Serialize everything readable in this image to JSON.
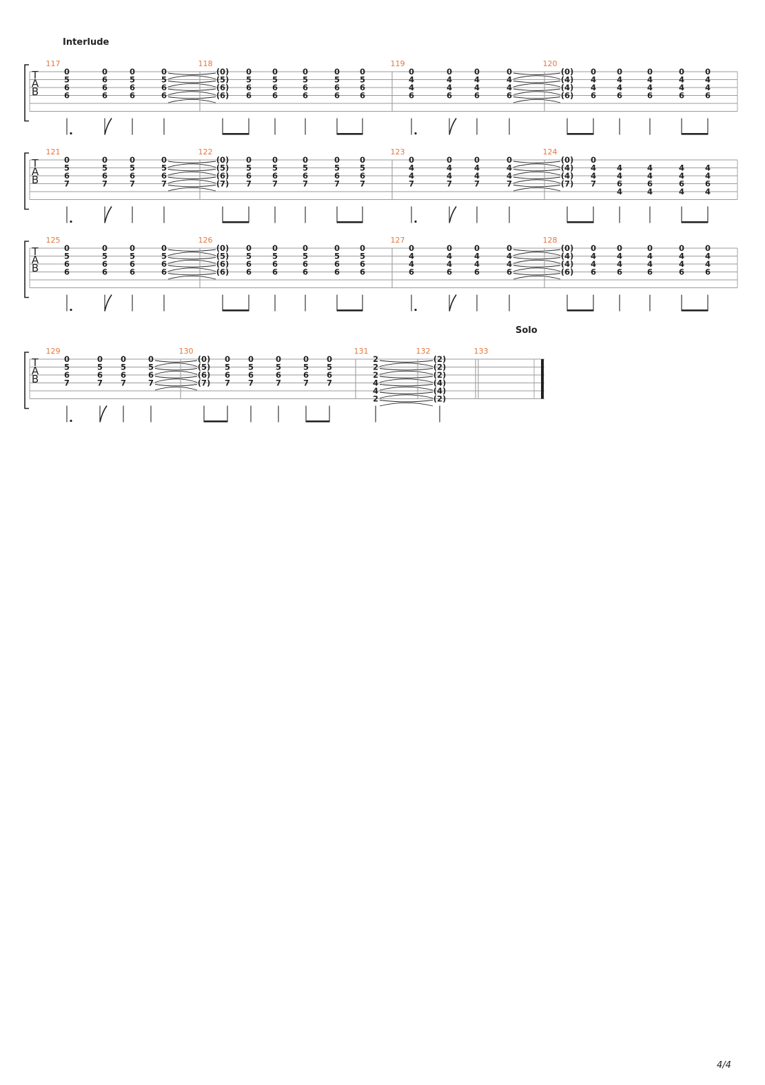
{
  "sections": {
    "interlude": "Interlude",
    "solo": "Solo"
  },
  "page_number": "4/4",
  "colors": {
    "measure_number": "#e8743b",
    "ink": "#222222",
    "staff_line": "#9a9a9a"
  },
  "clef_letters": [
    "T",
    "A",
    "B"
  ],
  "rhythm_patterns": {
    "A": [
      "dotted_quarter",
      "eighth_flag",
      "quarter",
      "quarter",
      "beamed_eighths",
      "beamed_eighths"
    ],
    "B": [
      "beamed_eighths",
      "quarter",
      "beamed_eighths"
    ]
  },
  "systems": [
    {
      "measures": [
        {
          "number": "117",
          "chords": [
            [
              "0",
              "5",
              "6",
              "6"
            ],
            [
              "0",
              "6",
              "6",
              "6"
            ],
            [
              "0",
              "5",
              "6",
              "6"
            ],
            [
              "0",
              "5",
              "6",
              "6"
            ]
          ],
          "tied_out": true
        },
        {
          "number": "118",
          "chords": [
            [
              "(0)",
              "(5)",
              "(6)",
              "(6)"
            ],
            [
              "0",
              "5",
              "6",
              "6"
            ],
            [
              "0",
              "5",
              "6",
              "6"
            ],
            [
              "0",
              "5",
              "6",
              "6"
            ],
            [
              "0",
              "5",
              "6",
              "6"
            ],
            [
              "0",
              "5",
              "6",
              "6"
            ]
          ]
        },
        {
          "number": "119",
          "chords": [
            [
              "0",
              "4",
              "4",
              "6"
            ],
            [
              "0",
              "4",
              "4",
              "6"
            ],
            [
              "0",
              "4",
              "4",
              "6"
            ],
            [
              "0",
              "4",
              "4",
              "6"
            ]
          ],
          "tied_out": true
        },
        {
          "number": "120",
          "chords": [
            [
              "(0)",
              "(4)",
              "(4)",
              "(6)"
            ],
            [
              "0",
              "4",
              "4",
              "6"
            ],
            [
              "0",
              "4",
              "4",
              "6"
            ],
            [
              "0",
              "4",
              "4",
              "6"
            ],
            [
              "0",
              "4",
              "4",
              "6"
            ],
            [
              "0",
              "4",
              "4",
              "6"
            ]
          ]
        }
      ]
    },
    {
      "measures": [
        {
          "number": "121",
          "chords": [
            [
              "0",
              "5",
              "6",
              "7"
            ],
            [
              "0",
              "5",
              "6",
              "7"
            ],
            [
              "0",
              "5",
              "6",
              "7"
            ],
            [
              "0",
              "5",
              "6",
              "7"
            ]
          ],
          "tied_out": true
        },
        {
          "number": "122",
          "chords": [
            [
              "(0)",
              "(5)",
              "(6)",
              "(7)"
            ],
            [
              "0",
              "5",
              "6",
              "7"
            ],
            [
              "0",
              "5",
              "6",
              "7"
            ],
            [
              "0",
              "5",
              "6",
              "7"
            ],
            [
              "0",
              "5",
              "6",
              "7"
            ],
            [
              "0",
              "5",
              "6",
              "7"
            ]
          ]
        },
        {
          "number": "123",
          "chords": [
            [
              "0",
              "4",
              "4",
              "7"
            ],
            [
              "0",
              "4",
              "4",
              "7"
            ],
            [
              "0",
              "4",
              "4",
              "7"
            ],
            [
              "0",
              "4",
              "4",
              "7"
            ]
          ],
          "tied_out": true
        },
        {
          "number": "124",
          "chords": [
            [
              "(0)",
              "(4)",
              "(4)",
              "(7)"
            ],
            [
              "0",
              "4",
              "4",
              "7"
            ],
            [
              "",
              "4",
              "4",
              "6",
              "4"
            ],
            [
              "",
              "4",
              "4",
              "6",
              "4"
            ],
            [
              "",
              "4",
              "4",
              "6",
              "4"
            ],
            [
              "",
              "4",
              "4",
              "6",
              "4"
            ]
          ]
        }
      ]
    },
    {
      "measures": [
        {
          "number": "125",
          "chords": [
            [
              "0",
              "5",
              "6",
              "6"
            ],
            [
              "0",
              "5",
              "6",
              "6"
            ],
            [
              "0",
              "5",
              "6",
              "6"
            ],
            [
              "0",
              "5",
              "6",
              "6"
            ]
          ],
          "tied_out": true
        },
        {
          "number": "126",
          "chords": [
            [
              "(0)",
              "(5)",
              "(6)",
              "(6)"
            ],
            [
              "0",
              "5",
              "6",
              "6"
            ],
            [
              "0",
              "5",
              "6",
              "6"
            ],
            [
              "0",
              "5",
              "6",
              "6"
            ],
            [
              "0",
              "5",
              "6",
              "6"
            ],
            [
              "0",
              "5",
              "6",
              "6"
            ]
          ]
        },
        {
          "number": "127",
          "chords": [
            [
              "0",
              "4",
              "4",
              "6"
            ],
            [
              "0",
              "4",
              "4",
              "6"
            ],
            [
              "0",
              "4",
              "4",
              "6"
            ],
            [
              "0",
              "4",
              "4",
              "6"
            ]
          ],
          "tied_out": true
        },
        {
          "number": "128",
          "chords": [
            [
              "(0)",
              "(4)",
              "(4)",
              "(6)"
            ],
            [
              "0",
              "4",
              "4",
              "6"
            ],
            [
              "0",
              "4",
              "4",
              "6"
            ],
            [
              "0",
              "4",
              "4",
              "6"
            ],
            [
              "0",
              "4",
              "4",
              "6"
            ],
            [
              "0",
              "4",
              "4",
              "6"
            ]
          ]
        }
      ]
    },
    {
      "measures": [
        {
          "number": "129",
          "chords": [
            [
              "0",
              "5",
              "6",
              "7"
            ],
            [
              "0",
              "5",
              "6",
              "7"
            ],
            [
              "0",
              "5",
              "6",
              "7"
            ],
            [
              "0",
              "5",
              "6",
              "7"
            ]
          ],
          "tied_out": true
        },
        {
          "number": "130",
          "chords": [
            [
              "(0)",
              "(5)",
              "(6)",
              "(7)"
            ],
            [
              "0",
              "5",
              "6",
              "7"
            ],
            [
              "0",
              "5",
              "6",
              "7"
            ],
            [
              "0",
              "5",
              "6",
              "7"
            ],
            [
              "0",
              "5",
              "6",
              "7"
            ],
            [
              "0",
              "5",
              "6",
              "7"
            ]
          ]
        },
        {
          "number": "131",
          "chords": [
            [
              "2",
              "2",
              "2",
              "4",
              "4",
              "2"
            ]
          ],
          "tied_out": true
        },
        {
          "number": "132",
          "chords": [
            [
              "(2)",
              "(2)",
              "(2)",
              "(4)",
              "(4)",
              "(2)"
            ]
          ]
        },
        {
          "number": "133",
          "chords": []
        }
      ]
    }
  ]
}
